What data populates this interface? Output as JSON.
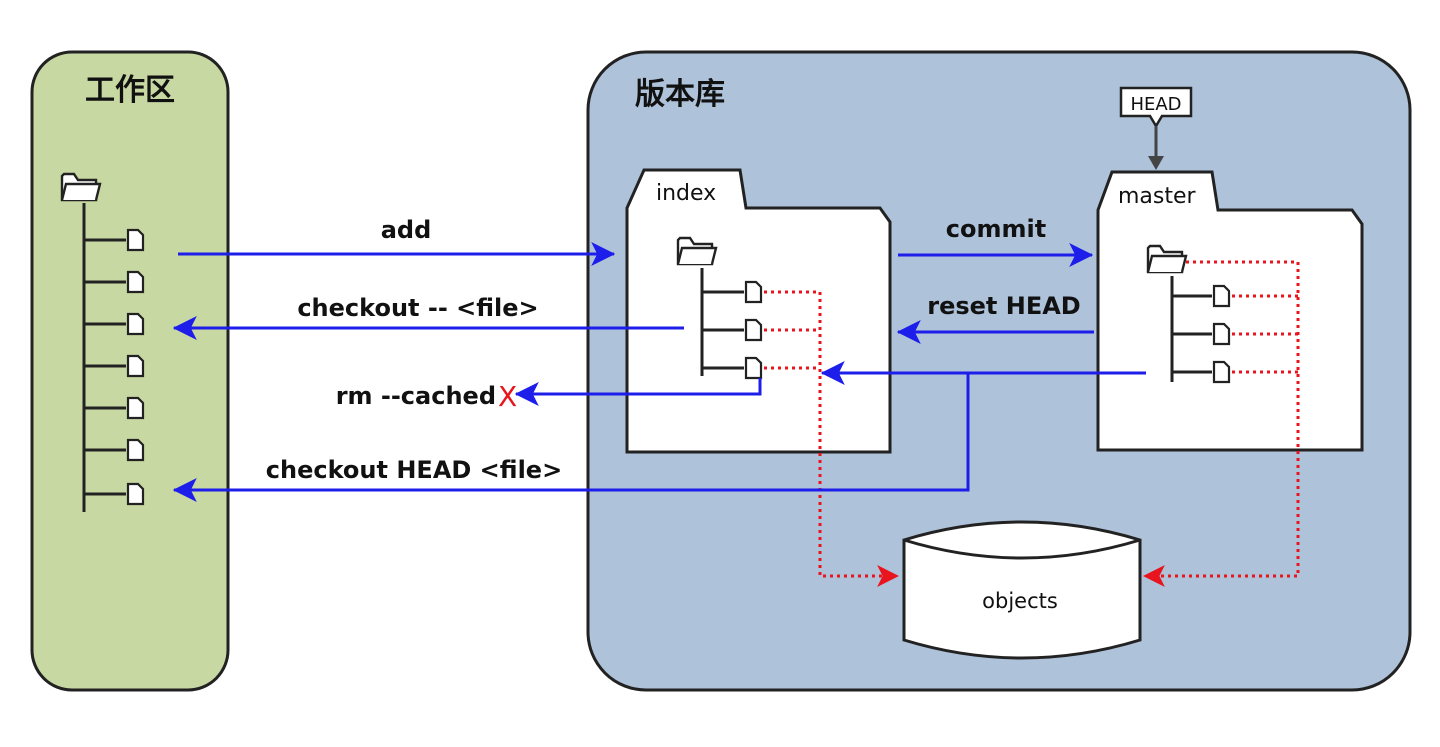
{
  "workspace": {
    "title": "工作区"
  },
  "repository": {
    "title": "版本库"
  },
  "index": {
    "label": "index"
  },
  "master": {
    "label": "master"
  },
  "head_pointer": {
    "label": "HEAD"
  },
  "objects": {
    "label": "objects"
  },
  "commands": {
    "add": "add",
    "checkout_file": "checkout -- <file>",
    "rm_cached": "rm --cached",
    "rm_cached_mark": "X",
    "checkout_head_file": "checkout HEAD <file>",
    "commit": "commit",
    "reset_head": "reset HEAD"
  },
  "colors": {
    "workspace_fill": "#c8d8a2",
    "repository_fill": "#aec2da",
    "command_arrow": "#1e1eea",
    "object_link": "#e8141e",
    "outline": "#222222"
  }
}
